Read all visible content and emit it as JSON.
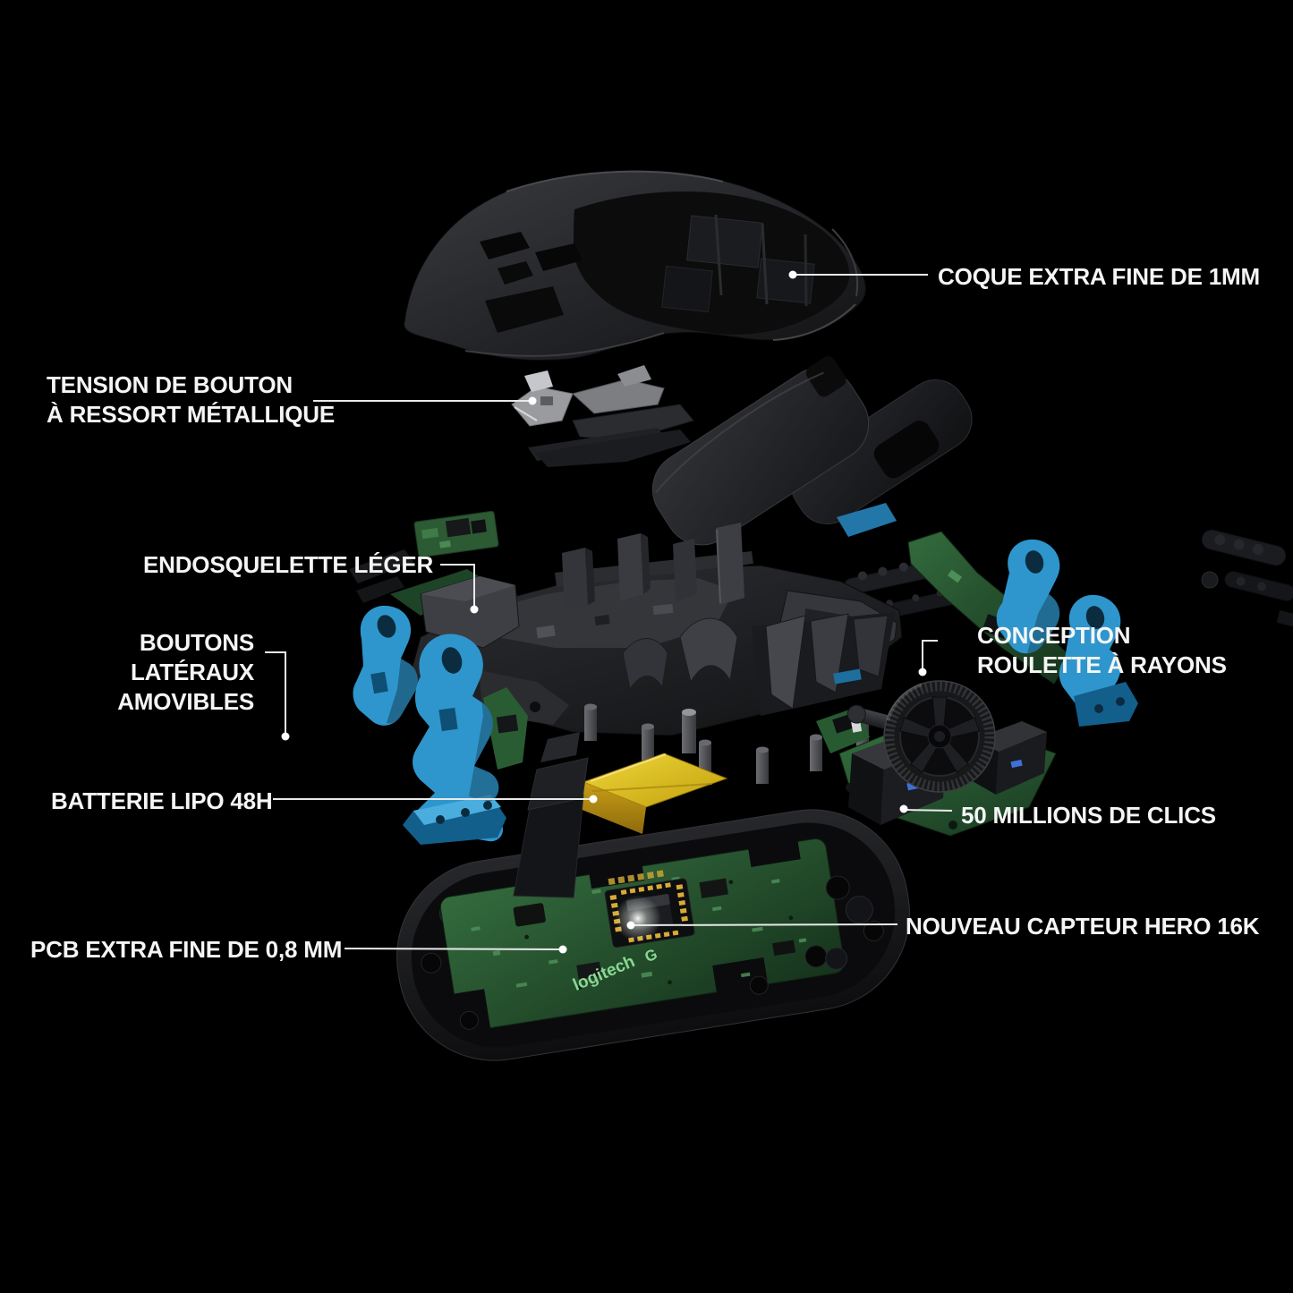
{
  "labels": {
    "shell": {
      "text": "COQUE EXTRA FINE DE 1MM"
    },
    "spring": {
      "text": "TENSION DE BOUTON\nÀ RESSORT MÉTALLIQUE"
    },
    "endoskeleton": {
      "text": "ENDOSQUELETTE LÉGER"
    },
    "side_buttons": {
      "text": "BOUTONS LATÉRAUX\nAMOVIBLES"
    },
    "battery": {
      "text": "BATTERIE LIPO 48H"
    },
    "pcb": {
      "text": "PCB EXTRA FINE DE 0,8 MM"
    },
    "wheel": {
      "text": "CONCEPTION\nROULETTE À RAYONS"
    },
    "clicks": {
      "text": "50 MILLIONS DE CLICS"
    },
    "sensor": {
      "text": "NOUVEAU CAPTEUR HERO 16K"
    }
  },
  "board_print": {
    "brand": "logitech",
    "brand_mark": "G"
  },
  "colors": {
    "background": "#000000",
    "label_text": "#f5f5f5",
    "connector": "#e9e9e9",
    "part_blue": "#2e96cc",
    "part_blue_dark": "#135f8c",
    "battery_gold": "#d9b41c",
    "pcb_green": "#2f6539",
    "pcb_green_dark": "#1c3d23",
    "metal_gray": "#a7a8ab",
    "shell_gray": "#2b2c2f",
    "board_print_green": "#8bd793",
    "switch_led_blue": "#3f6fd8"
  }
}
